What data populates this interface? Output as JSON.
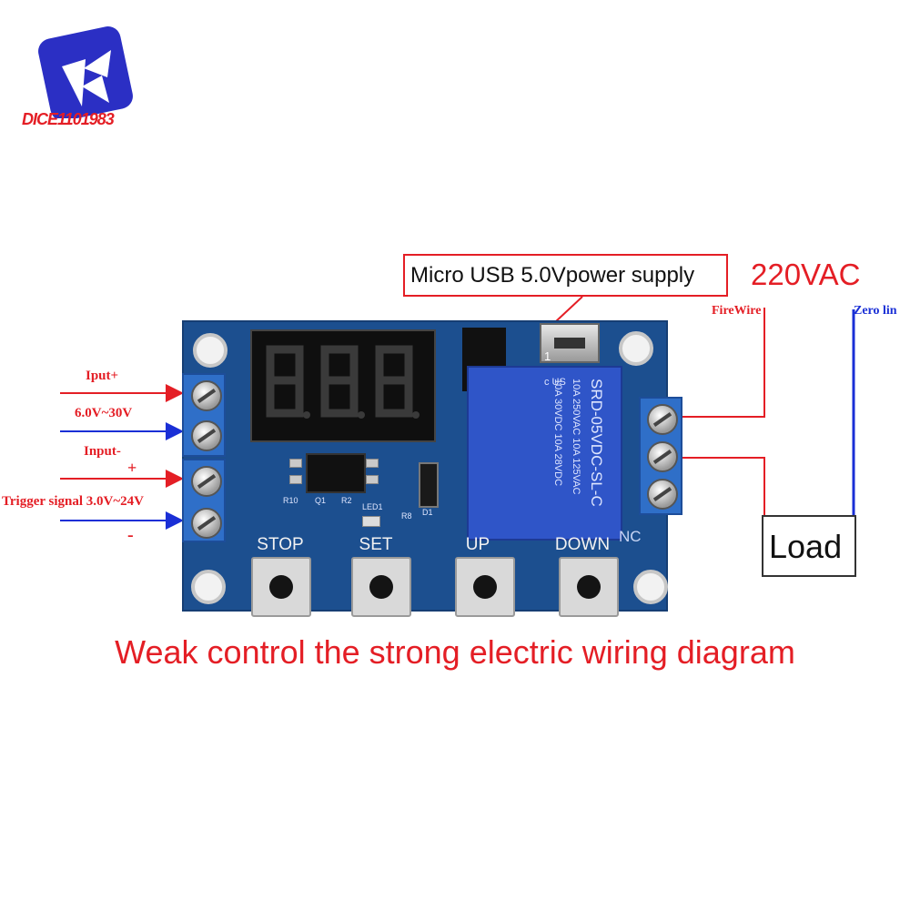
{
  "logo": {
    "text": "DICE1101983",
    "bg_color": "#2b2fc4"
  },
  "title": "Weak control the strong electric wiring diagram",
  "usb_label": "Micro USB 5.0Vpower supply",
  "ac_label": "220VAC",
  "fire_wire_label": "FireWire",
  "zero_line_label": "Zero lin",
  "load_label": "Load",
  "input_plus_label": "Iput+",
  "voltage_range_label": "6.0V~30V",
  "input_minus_label": "Input-",
  "trigger_plus_label": "+",
  "trigger_label": "Trigger signal 3.0V~24V",
  "trigger_minus_label": "-",
  "buttons": [
    "STOP",
    "SET",
    "UP",
    "DOWN"
  ],
  "relay": {
    "model": "SRD-05VDC-SL-C",
    "rating_left": "10A 250VAC  10A 125VAC",
    "rating_right": "10A 30VDC  10A 28VDC"
  },
  "pcb_labels": {
    "r10": "R10",
    "q1": "Q1",
    "r2": "R2",
    "led1": "LED1",
    "r8": "R8",
    "d1": "D1",
    "nc": "NC",
    "pin1": "1",
    "cus": "c US"
  },
  "colors": {
    "pcb": "#1c4f8f",
    "red_wire": "#e41e25",
    "blue_wire": "#1a2fd6",
    "relay": "#2f55c8",
    "terminal": "#2f6fc8"
  }
}
